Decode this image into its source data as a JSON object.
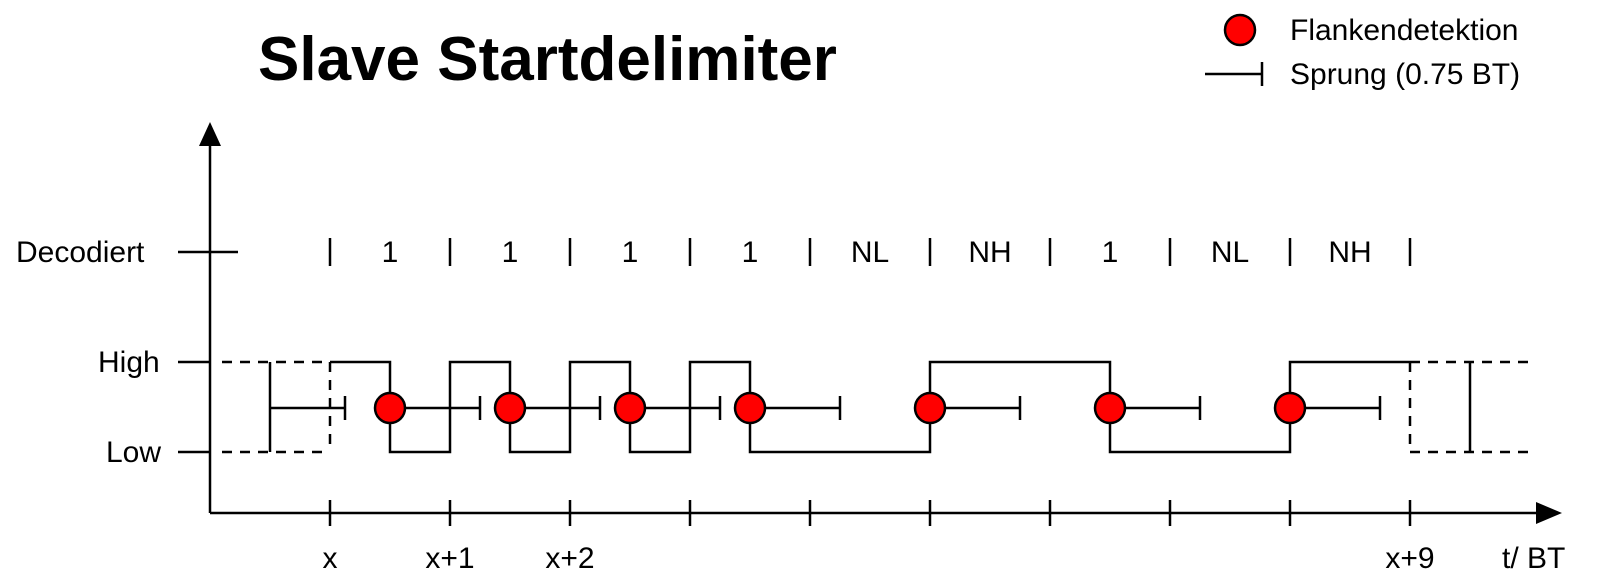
{
  "title": "Slave Startdelimiter",
  "legend": {
    "edge_label": "Flankendetektion",
    "jump_label": "Sprung (0.75 BT)"
  },
  "axes": {
    "decoded_label": "Decodiert",
    "high_label": "High",
    "low_label": "Low",
    "time_label": "t/ BT"
  },
  "ticks": [
    "x",
    "x+1",
    "x+2",
    "",
    "",
    "",
    "",
    "",
    "",
    "x+9"
  ],
  "decoded_symbols": [
    "1",
    "1",
    "1",
    "1",
    "NL",
    "NH",
    "1",
    "NL",
    "NH"
  ],
  "signal_levels": [
    "H",
    "L",
    "H",
    "L",
    "H",
    "L",
    "H",
    "L",
    "L",
    "L",
    "H",
    "H",
    "H",
    "L",
    "L",
    "L",
    "H",
    "H"
  ],
  "edges_bt": [
    0.5,
    1.5,
    2.5,
    3.5,
    5.0,
    6.5,
    8.0
  ],
  "jump_bt": 0.75,
  "colors": {
    "edge_dot": "#ff0000",
    "line": "#000000"
  }
}
